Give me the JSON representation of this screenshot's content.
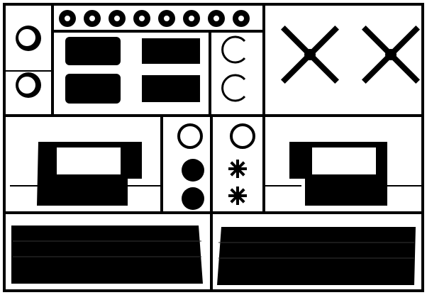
{
  "figure": {
    "colors": {
      "background": "#ffffff",
      "part": "#000000",
      "highlight": "#ffffff"
    },
    "parts": {
      "wheels": {
        "count": 8
      },
      "rotors": {
        "count": 2,
        "blades_each": 4
      },
      "engine_pods": {
        "count": 2
      },
      "small_wheels": {
        "count": 2
      },
      "fans": {
        "count": 2
      },
      "hull_panels": {
        "count": 2
      }
    }
  }
}
